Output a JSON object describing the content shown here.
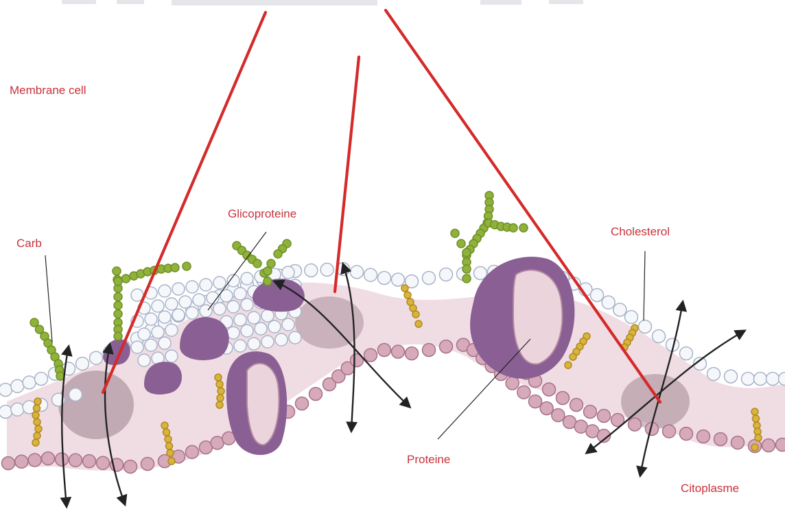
{
  "labels": {
    "membrane_cell": "Membrane cell",
    "carb": "Carb",
    "glicoproteine": "Glicoproteine",
    "cholesterol": "Cholesterol",
    "proteine": "Proteine",
    "citoplasme": "Citoplasme"
  },
  "colors": {
    "label_text": "#c8323c",
    "pointer_line": "#d42a2a",
    "head_fill": "#f6f7fb",
    "head_stroke": "#a7b3c7",
    "inner_head_fill": "#d6a9bb",
    "inner_head_stroke": "#a67286",
    "tail_band": "#f0dde3",
    "protein_purple": "#8a5f94",
    "protein_light": "#ecd4dd",
    "chain_green": "#8fb23a",
    "cholesterol_yellow": "#d8b43c",
    "arrow": "#222222"
  },
  "icons": [
    "carbohydrate-chain-icon",
    "cholesterol-icon",
    "protein-channel-icon",
    "transport-arrow-icon"
  ]
}
